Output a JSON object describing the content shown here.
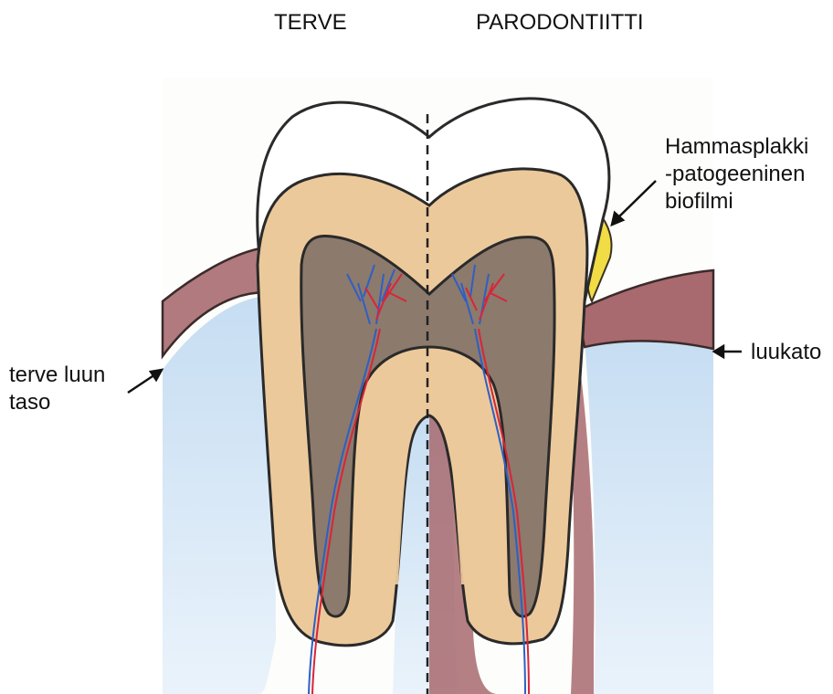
{
  "titles": {
    "left": "TERVE",
    "right": "PARODONTIITTI"
  },
  "labels": {
    "plaque": [
      "Hammasplakki",
      "-patogeeninen",
      "biofilmi"
    ],
    "bone_loss": "luukato",
    "healthy_bone": [
      "terve luun",
      "taso"
    ]
  },
  "colors": {
    "enamel": "#ffffff",
    "dentin": "#ecc99b",
    "pulp": "#8c7a6c",
    "gum": "#a86a6e",
    "bone": "#cfe3f3",
    "plaque": "#f1dc45",
    "artery": "#d8253a",
    "vein": "#2f5fc4",
    "outline": "#2a2a2a"
  }
}
